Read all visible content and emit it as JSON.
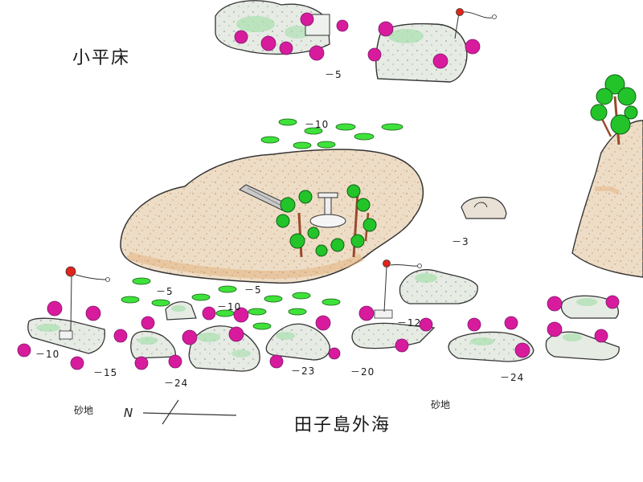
{
  "place_labels": {
    "north_area": "小平床",
    "sea_area": "田子島外海",
    "sand_left": "砂地",
    "sand_right": "砂地"
  },
  "north_arrow": {
    "letter": "N"
  },
  "depths": [
    {
      "id": "d-top",
      "text": "－5"
    },
    {
      "id": "d-coral-top",
      "text": "－10"
    },
    {
      "id": "d-small-rock",
      "text": "－3"
    },
    {
      "id": "d-mid-5a",
      "text": "－5"
    },
    {
      "id": "d-mid-5b",
      "text": "－5"
    },
    {
      "id": "d-mid-10",
      "text": "－10"
    },
    {
      "id": "d-right-12",
      "text": "－12"
    },
    {
      "id": "d-left-10",
      "text": "－10"
    },
    {
      "id": "d-left-15",
      "text": "－15"
    },
    {
      "id": "d-left-24",
      "text": "－24"
    },
    {
      "id": "d-mid-23",
      "text": "－23"
    },
    {
      "id": "d-mid-20",
      "text": "－20"
    },
    {
      "id": "d-right-24",
      "text": "－24"
    }
  ],
  "colors": {
    "main_rock": "#eeddc6",
    "main_rock_shade": "#e3b27f",
    "grey_rock": "#e6ebe4",
    "grey_rock_moss": "#9ed39b",
    "soft_coral": "#d81b9c",
    "soft_coral_dark": "#7b1a6d",
    "table_coral": "#3fe23a",
    "tree_green": "#22c42a",
    "tree_trunk": "#9a4a2b",
    "buoy": "#e0241c",
    "outline": "#333333"
  }
}
